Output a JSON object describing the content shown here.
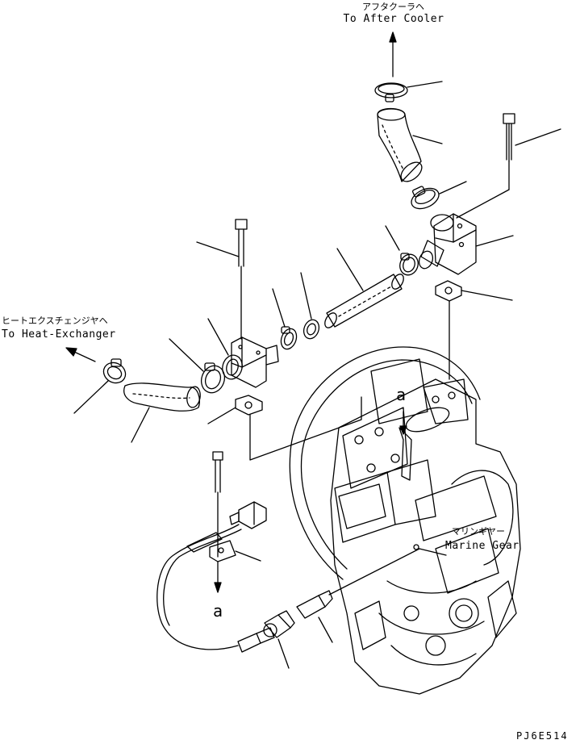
{
  "labels": {
    "after_cooler_jp": "アフタクーラヘ",
    "after_cooler_en": "To After Cooler",
    "heat_exchanger_jp": "ヒートエクスチェンジヤヘ",
    "heat_exchanger_en": "To Heat-Exchanger",
    "marine_gear_jp": "マリンギヤー",
    "marine_gear_en": "Marine Gear",
    "ref_a_bottom": "a",
    "ref_a_top": "a",
    "drawing_code": "PJ6E514"
  }
}
